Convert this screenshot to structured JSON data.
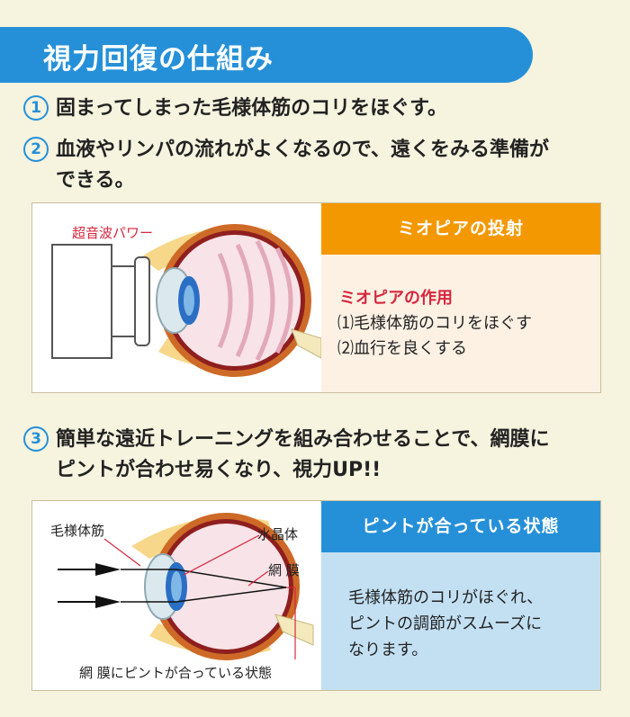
{
  "title": "視力回復の仕組み",
  "steps": [
    {
      "num": "1",
      "lines": [
        "固まってしまった毛様体筋のコリをほぐす。"
      ]
    },
    {
      "num": "2",
      "lines": [
        "血液やリンパの流れがよくなるので、遠くをみる準備が",
        "できる。"
      ]
    },
    {
      "num": "3",
      "lines": [
        "簡単な遠近トレーニングを組み合わせることで、網膜に",
        "ピントが合わせ易くなり、視力UP!!"
      ]
    }
  ],
  "panel1": {
    "diagram_label": "超音波パワー",
    "header": "ミオピアの投射",
    "effect_title": "ミオピアの作用",
    "effects": [
      "⑴毛様体筋のコリをほぐす",
      "⑵血行を良くする"
    ]
  },
  "panel2": {
    "labels": {
      "ciliary": "毛様体筋",
      "lens": "水晶体",
      "retina": "網 膜",
      "focus": "網 膜にピントが合っている状態"
    },
    "header": "ピントが合っている状態",
    "body_lines": [
      "毛様体筋のコリがほぐれ、",
      "ピントの調節がスムーズに",
      "なります。"
    ]
  },
  "colors": {
    "blue": "#2590d8",
    "orange": "#f39800",
    "red_text": "#d7263d",
    "peach": "#fdf1e4",
    "light_blue": "#c3e0f3",
    "background": "#f6f3df"
  }
}
